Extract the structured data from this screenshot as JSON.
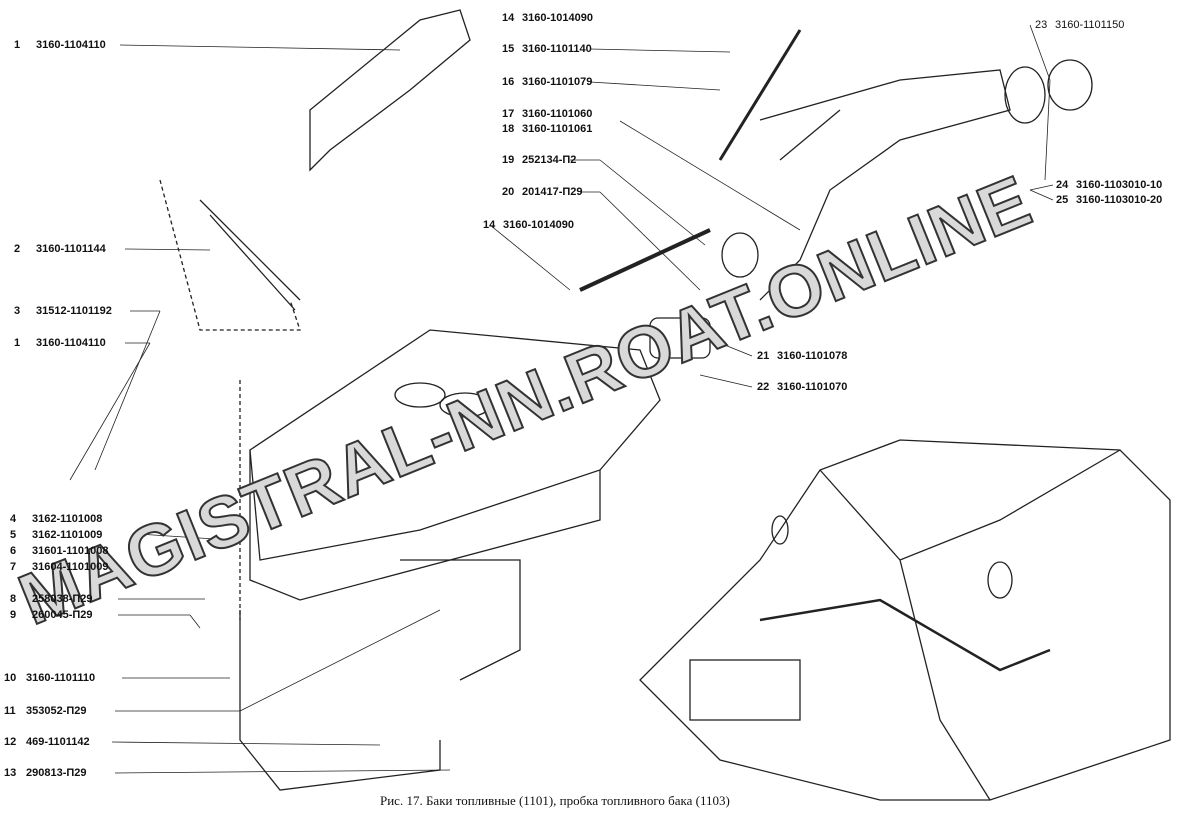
{
  "caption": "Рис. 17. Баки топливные (1101), пробка топливного бака (1103)",
  "watermark": "MAGISTRAL-NN.ROAT.ONLINE",
  "left_labels": [
    {
      "num": "1",
      "code": "3160-1104110"
    },
    {
      "num": "2",
      "code": "3160-1101144"
    },
    {
      "num": "3",
      "code": "31512-1101192"
    },
    {
      "num": "1",
      "code": "3160-1104110"
    },
    {
      "num": "4",
      "code": "3162-1101008"
    },
    {
      "num": "5",
      "code": "3162-1101009"
    },
    {
      "num": "6",
      "code": "31601-1101008"
    },
    {
      "num": "7",
      "code": "31604-1101009"
    },
    {
      "num": "8",
      "code": "258038-П29"
    },
    {
      "num": "9",
      "code": "260045-П29"
    },
    {
      "num": "10",
      "code": "3160-1101110"
    },
    {
      "num": "11",
      "code": "353052-П29"
    },
    {
      "num": "12",
      "code": "469-1101142"
    },
    {
      "num": "13",
      "code": "290813-П29"
    }
  ],
  "right_labels": [
    {
      "num": "14",
      "code": "3160-1014090"
    },
    {
      "num": "15",
      "code": "3160-1101140"
    },
    {
      "num": "16",
      "code": "3160-1101079"
    },
    {
      "num": "17",
      "code": "3160-1101060"
    },
    {
      "num": "18",
      "code": "3160-1101061"
    },
    {
      "num": "19",
      "code": "252134-П2"
    },
    {
      "num": "20",
      "code": "201417-П29"
    },
    {
      "num": "14",
      "code": "3160-1014090"
    },
    {
      "num": "21",
      "code": "3160-1101078"
    },
    {
      "num": "22",
      "code": "3160-1101070"
    },
    {
      "num": "23",
      "code": "3160-1101150"
    },
    {
      "num": "24",
      "code": "3160-1103010-10"
    },
    {
      "num": "25",
      "code": "3160-1103010-20"
    }
  ]
}
